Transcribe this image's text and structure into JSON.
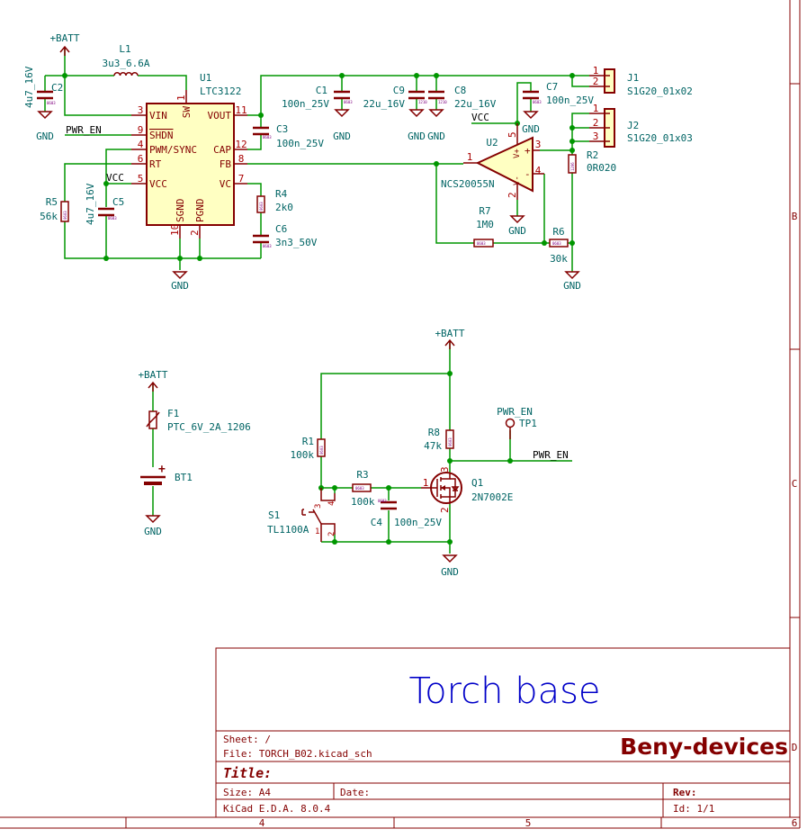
{
  "colors": {
    "wire": "#009600",
    "component": "#840000",
    "body_fill": "#ffffc2",
    "ref_text": "#006464",
    "pin_number": "#a90000",
    "title": "#0000c8",
    "net_label": "#000000"
  },
  "power": {
    "batt": "+BATT",
    "gnd": "GND",
    "vcc": "VCC"
  },
  "nets": {
    "pwr_en": "PWR_EN"
  },
  "u1": {
    "ref": "U1",
    "value": "LTC3122",
    "pins": {
      "vin": "VIN",
      "shdn": "SHDN",
      "pwm": "PWM/SYNC",
      "rt": "RT",
      "vcc": "VCC",
      "sw": "SW",
      "vout": "VOUT",
      "cap": "CAP",
      "fb": "FB",
      "vc": "VC",
      "sgnd": "SGND",
      "pgnd": "PGND"
    },
    "pin_numbers": {
      "vin": "3",
      "shdn": "9",
      "pwm": "4",
      "rt": "6",
      "vcc": "5",
      "sw": "1",
      "vout": "11",
      "cap": "12",
      "fb": "8",
      "vc": "7",
      "sgnd": "10",
      "pgnd": "2"
    }
  },
  "u2": {
    "ref": "U2",
    "value": "NCS20055N",
    "pin_numbers": {
      "out": "1",
      "in_p": "3",
      "in_n": "4",
      "vp": "5",
      "vn": "2"
    },
    "pins": {
      "vp": "V+",
      "vn": "V-",
      "plus": "+",
      "minus": "-"
    }
  },
  "l1": {
    "ref": "L1",
    "value": "3u3_6.6A"
  },
  "c1": {
    "ref": "C1",
    "value": "100n_25V",
    "fp": "0603"
  },
  "c2": {
    "ref": "C2",
    "value": "4u7_16V",
    "fp": "0603"
  },
  "c3": {
    "ref": "C3",
    "value": "100n_25V",
    "fp": "0603"
  },
  "c4": {
    "ref": "C4",
    "value": "100n_25V",
    "fp": "0603"
  },
  "c5": {
    "ref": "C5",
    "value": "4u7_16V",
    "fp": "0603"
  },
  "c6": {
    "ref": "C6",
    "value": "3n3_50V",
    "fp": "0603"
  },
  "c7": {
    "ref": "C7",
    "value": "100n_25V",
    "fp": "0603"
  },
  "c8": {
    "ref": "C8",
    "value": "22u_16V",
    "fp": "1210"
  },
  "c9": {
    "ref": "C9",
    "value": "22u_16V",
    "fp": "1210"
  },
  "r1": {
    "ref": "R1",
    "value": "100k",
    "fp": "0603"
  },
  "r2": {
    "ref": "R2",
    "value": "0R020",
    "fp": "1206"
  },
  "r3": {
    "ref": "R3",
    "value": "100k",
    "fp": "0603"
  },
  "r4": {
    "ref": "R4",
    "value": "2k0",
    "fp": "0603"
  },
  "r5": {
    "ref": "R5",
    "value": "56k",
    "fp": "0603"
  },
  "r6": {
    "ref": "R6",
    "value": "30k",
    "fp": "0603"
  },
  "r7": {
    "ref": "R7",
    "value": "1M0",
    "fp": "0603"
  },
  "r8": {
    "ref": "R8",
    "value": "47k",
    "fp": "0603"
  },
  "j1": {
    "ref": "J1",
    "value": "S1G20_01x02",
    "pins": [
      "1",
      "2"
    ]
  },
  "j2": {
    "ref": "J2",
    "value": "S1G20_01x03",
    "pins": [
      "1",
      "2",
      "3"
    ]
  },
  "q1": {
    "ref": "Q1",
    "value": "2N7002E",
    "pins": [
      "1",
      "2",
      "3"
    ]
  },
  "f1": {
    "ref": "F1",
    "value": "PTC_6V_2A_1206"
  },
  "bt1": {
    "ref": "BT1",
    "plus": "+"
  },
  "s1": {
    "ref": "S1",
    "value": "TL1100A",
    "pins": [
      "1",
      "2",
      "3",
      "4"
    ]
  },
  "tp1": {
    "ref": "TP1"
  },
  "title_block": {
    "title_text": "Torch base",
    "company": "Beny-devices",
    "sheet": "Sheet: /",
    "file": "File: TORCH_B02.kicad_sch",
    "title_label": "Title:",
    "size": "Size: A4",
    "date": "Date:",
    "rev": "Rev:",
    "tool": "KiCad E.D.A. 8.0.4",
    "id": "Id: 1/1"
  },
  "frame": {
    "cols": [
      "4",
      "5",
      "6"
    ],
    "rows": [
      "B",
      "C",
      "D"
    ]
  }
}
